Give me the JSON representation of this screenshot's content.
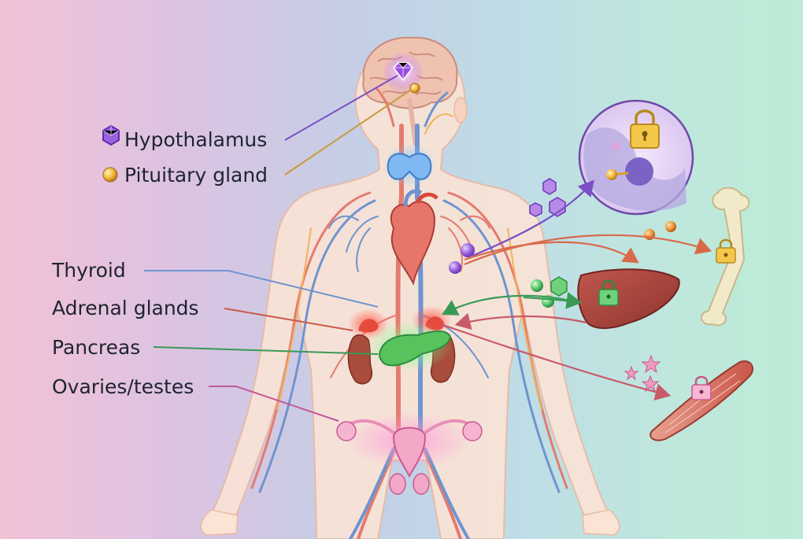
{
  "labels": {
    "hypothalamus": "Hypothalamus",
    "pituitary": "Pituitary gland",
    "thyroid": "Thyroid",
    "adrenal": "Adrenal glands",
    "pancreas": "Pancreas",
    "gonads": "Ovaries/testes"
  },
  "colors": {
    "hypothalamus": "#8a4fd6",
    "pituitary": "#d99a2b",
    "thyroid": "#5a8fd0",
    "adrenal": "#d0523c",
    "pancreas": "#3aa85a",
    "gonads": "#c05a9a",
    "lock": "#e6b93a"
  },
  "icons": {
    "hypothalamus_marker": "purple-hexagon-icon",
    "pituitary_marker": "gold-dot-icon",
    "lock": "padlock-icon"
  }
}
